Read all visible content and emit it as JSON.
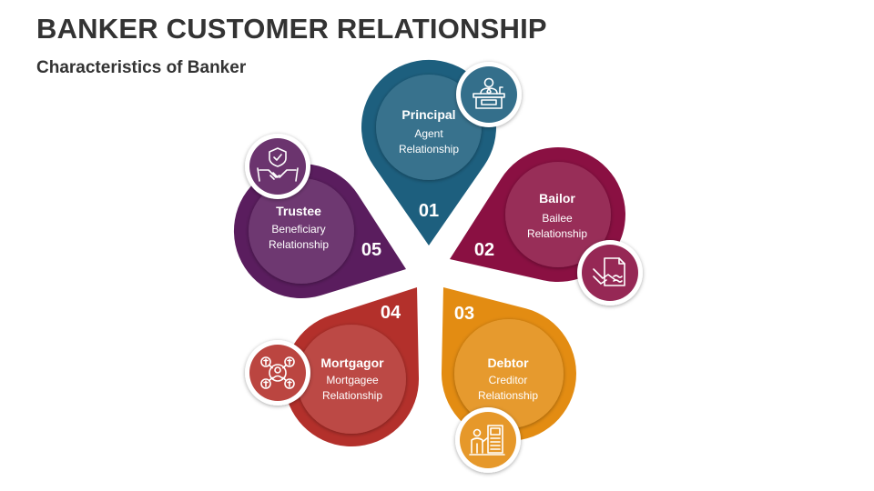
{
  "title": "BANKER CUSTOMER RELATIONSHIP",
  "subtitle": "Characteristics of Banker",
  "colors": {
    "principal": "#1d5f7e",
    "bailor": "#8a1042",
    "debtor": "#e38c12",
    "mortgagor": "#b3302b",
    "trustee": "#5a1d5e"
  },
  "segments": [
    {
      "key": "principal",
      "number": "01",
      "title": "Principal",
      "line1": "Agent",
      "line2": "Relationship",
      "icon": "banker-desk-icon"
    },
    {
      "key": "bailor",
      "number": "02",
      "title": "Bailor",
      "line1": "Bailee",
      "line2": "Relationship",
      "icon": "handshake-document-icon"
    },
    {
      "key": "debtor",
      "number": "03",
      "title": "Debtor",
      "line1": "Creditor",
      "line2": "Relationship",
      "icon": "atm-person-icon"
    },
    {
      "key": "mortgagor",
      "number": "04",
      "title": "Mortgagor",
      "line1": "Mortgagee",
      "line2": "Relationship",
      "icon": "money-network-icon"
    },
    {
      "key": "trustee",
      "number": "05",
      "title": "Trustee",
      "line1": "Beneficiary",
      "line2": "Relationship",
      "icon": "shield-handshake-icon"
    }
  ]
}
